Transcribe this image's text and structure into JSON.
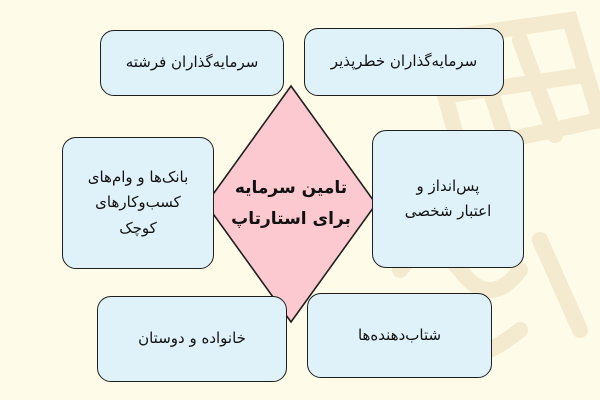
{
  "center": {
    "line1": "تامین سرمایه",
    "line2": "برای استارتاپ"
  },
  "boxes": {
    "angel": "سرمایه‌گذاران فرشته",
    "vc": "سرمایه‌گذاران خطرپذیر",
    "banks_line1": "بانک‌ها و وام‌های",
    "banks_line2": "کسب‌وکارهای",
    "banks_line3": "کوچک",
    "savings_line1": "پس‌انداز و",
    "savings_line2": "اعتبار شخصی",
    "family": "خانواده و دوستان",
    "accelerators": "شتاب‌دهنده‌ها"
  },
  "colors": {
    "box_fill": "#dff2fa",
    "diamond_fill": "#fbc9cf",
    "background": "#fffbe9"
  },
  "icons": {
    "watermark": "faradars-logo-watermark"
  }
}
